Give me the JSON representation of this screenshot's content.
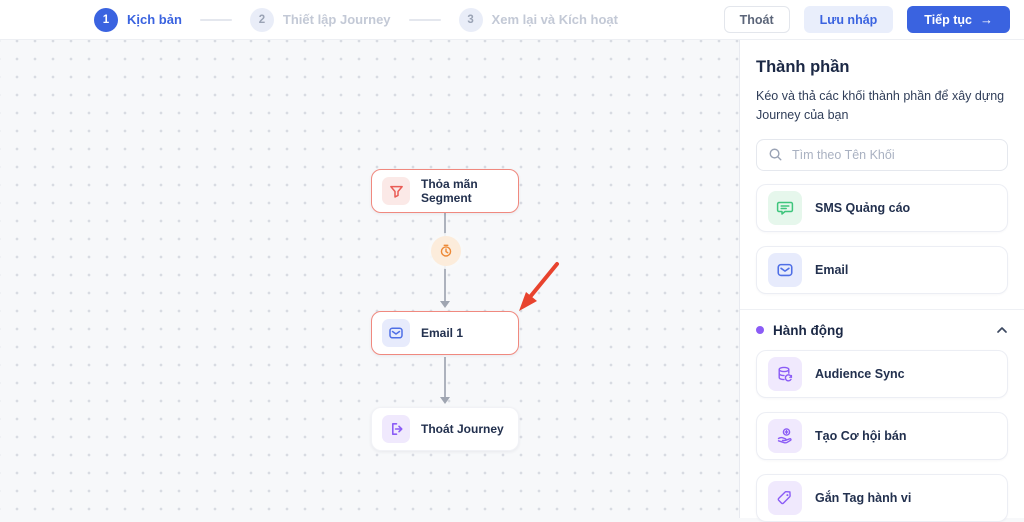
{
  "header": {
    "steps": [
      {
        "number": "1",
        "label": "Kịch bản"
      },
      {
        "number": "2",
        "label": "Thiết lập Journey"
      },
      {
        "number": "3",
        "label": "Xem lại và Kích hoạt"
      }
    ],
    "exit_label": "Thoát",
    "save_draft_label": "Lưu nháp",
    "continue_label": "Tiếp tục",
    "continue_arrow": "→"
  },
  "canvas": {
    "nodes": [
      {
        "label": "Thỏa mãn Segment",
        "icon": "funnel-icon"
      },
      {
        "label": "Email 1",
        "icon": "email-icon"
      },
      {
        "label": "Thoát Journey",
        "icon": "exit-journey-icon"
      }
    ],
    "delay_icon": "delay-icon"
  },
  "sidebar": {
    "title": "Thành phần",
    "description": "Kéo và thả các khối thành phần để xây dựng Journey của bạn",
    "search_placeholder": "Tìm theo Tên Khối",
    "blocks": [
      {
        "label": "SMS Quảng cáo",
        "icon": "sms-icon"
      },
      {
        "label": "Email",
        "icon": "email-icon"
      }
    ],
    "section": {
      "label": "Hành động"
    },
    "actions": [
      {
        "label": "Audience Sync",
        "icon": "audience-sync-icon"
      },
      {
        "label": "Tạo Cơ hội bán",
        "icon": "sales-opportunity-icon"
      },
      {
        "label": "Gắn Tag hành vi",
        "icon": "tag-icon"
      }
    ]
  },
  "colors": {
    "primary_blue": "#3a63e0",
    "node_border_red": "#f0897f",
    "red_icon": "#e95c55",
    "green_icon": "#3ec57c",
    "purple_icon": "#8b5cf6",
    "orange_icon": "#ed8936",
    "annotation_red": "#e8432e"
  }
}
